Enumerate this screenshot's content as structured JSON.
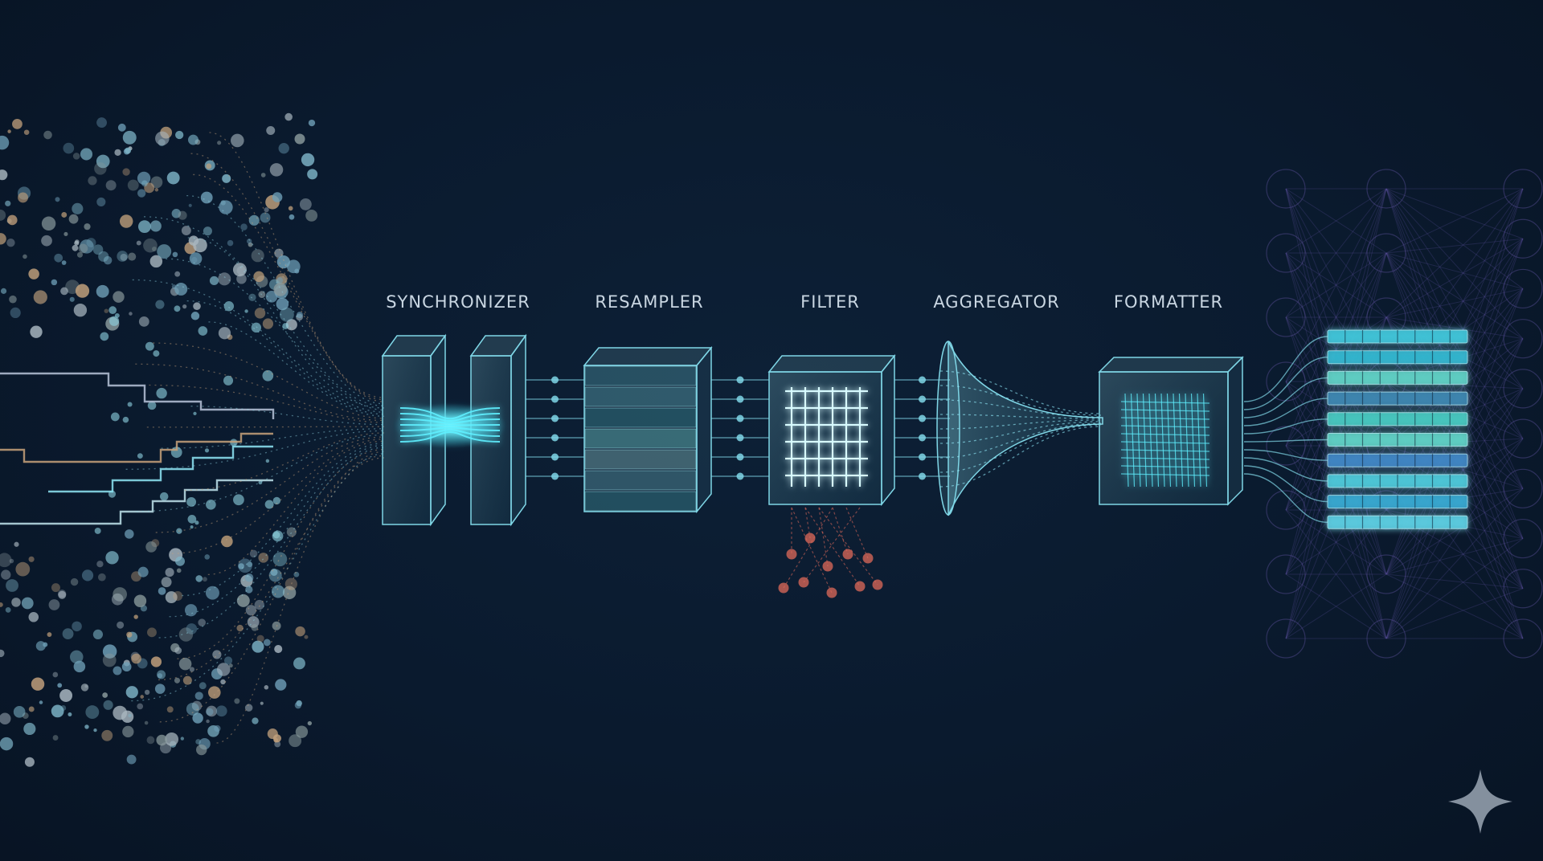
{
  "stages": [
    {
      "key": "synchronizer",
      "label": "SYNCHRONIZER"
    },
    {
      "key": "resampler",
      "label": "RESAMPLER"
    },
    {
      "key": "filter",
      "label": "FILTER"
    },
    {
      "key": "aggregator",
      "label": "AGGREGATOR"
    },
    {
      "key": "formatter",
      "label": "FORMATTER"
    }
  ],
  "colors": {
    "background": "#0a1a2e",
    "glass_edge": "#7fd6e6",
    "glow": "#5ff0ff",
    "text": "#c9d6e2",
    "rejected_particles": "#e06a5a",
    "output_bars": "#3fc4d8",
    "network": "#5b4f9a"
  },
  "output": {
    "rows": 10
  },
  "icons": [
    "sparkle-icon"
  ]
}
